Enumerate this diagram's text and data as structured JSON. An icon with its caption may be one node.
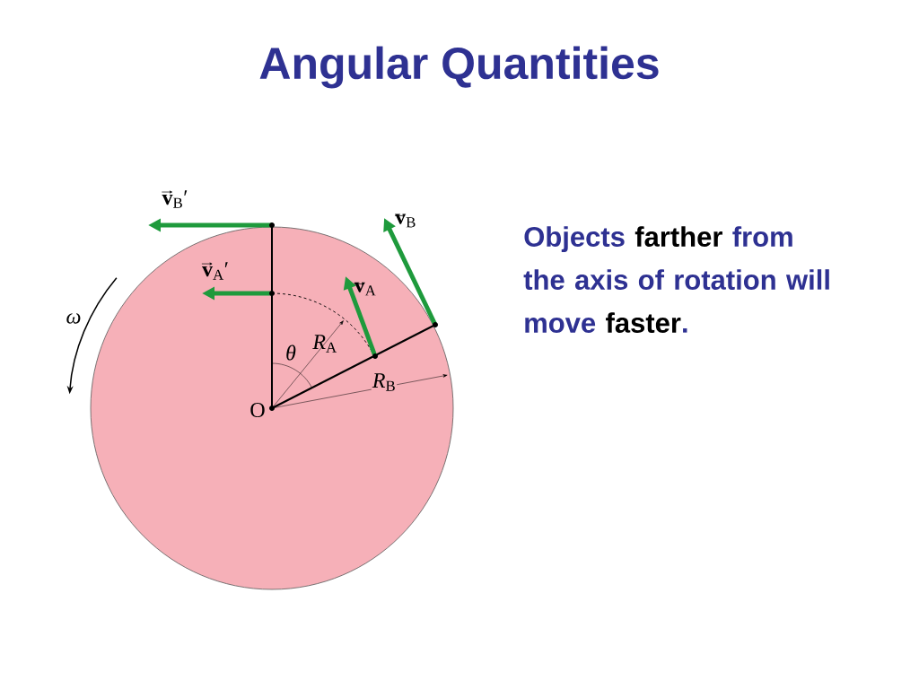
{
  "diagram": {
    "title": "Angular Quantities",
    "labels": [
      "**v**$_{B}$′",
      "**v**$_{A}$′",
      "**v**$_{A}$",
      "**v**$_{B}$",
      "*ω*",
      "*θ*",
      "*R*$_{A}$",
      "*R*$_{B}$",
      "O",
      "Objects",
      "farther",
      "from the axis of rotation will move",
      "faster",
      "."
    ]
  }
}
